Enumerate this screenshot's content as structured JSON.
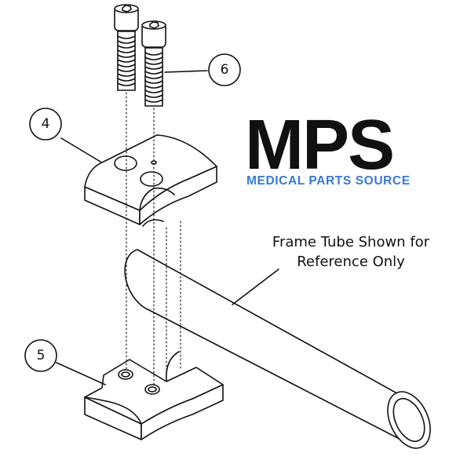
{
  "logo": {
    "main": "MPS",
    "sub": "MEDICAL PARTS SOURCE",
    "main_color": "#111111",
    "sub_color": "#3a78d1"
  },
  "note": {
    "line1": "Frame Tube Shown for",
    "line2": "Reference Only"
  },
  "callouts": [
    {
      "id": "4",
      "label": "4"
    },
    {
      "id": "5",
      "label": "5"
    },
    {
      "id": "6",
      "label": "6"
    }
  ]
}
